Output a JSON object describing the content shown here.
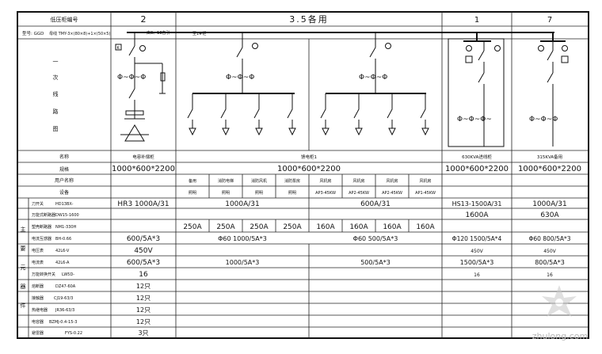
{
  "header": {
    "title_label": "低压柜编号",
    "model_label": "型号:",
    "model_value": "GGD",
    "cabinet_numbers": [
      "2",
      "3.5各用",
      "1",
      "7"
    ],
    "busbar_label": "母线",
    "busbar_value": "TMY-3×(80×8)+1×(50×5)",
    "feeder_note_1": "由3、18各引",
    "feeder_note_2": "至1#柜"
  },
  "diagram_title": [
    "一",
    "次",
    "线",
    "路",
    "图"
  ],
  "rows": [
    {
      "label": "名称",
      "values": [
        "电容补偿柜",
        "馈电柜1",
        "630KVA进线柜",
        "315KVA备用"
      ]
    },
    {
      "label": "规格",
      "values": [
        "1000*600*2200",
        "1000*600*2200",
        "1000*600*2200",
        "1000*600*2200"
      ]
    },
    {
      "label": "用户名称",
      "loads": [
        "备用",
        "消防电梯",
        "消防风机",
        "消防泵房",
        "风机房",
        "风机房",
        "风机房",
        "风机房"
      ]
    },
    {
      "label": "设备",
      "loads": [
        "照明",
        "照明",
        "照明",
        "照明",
        "AP3-45KW",
        "AP2-45KW",
        "AP2-45KW",
        "AP1-45KW"
      ]
    }
  ],
  "component_group_label": [
    "主",
    "要",
    "元",
    "器",
    "件"
  ],
  "components": [
    {
      "name": "刀开关",
      "model": "HD13BX-",
      "values": [
        "HR3 1000A/31",
        "1000A/31",
        "600A/31",
        "HS13-1500A/31",
        "1000A/31"
      ]
    },
    {
      "name": "万能式断路器",
      "model": "DW15-1600",
      "values": [
        "",
        "",
        "",
        "1600A",
        "630A"
      ]
    },
    {
      "name": "塑壳断路器",
      "model": "NM1-330H",
      "values": [
        "250A",
        "250A",
        "250A",
        "250A",
        "160A",
        "160A",
        "160A",
        "160A"
      ]
    },
    {
      "name": "电流互感器",
      "model": "BH-0.66",
      "values": [
        "600/5A*3",
        "Φ60 1000/5A*3",
        "Φ60 500/5A*3",
        "Φ120 1500/5A*4",
        "Φ60 800/5A*3"
      ]
    },
    {
      "name": "电压表",
      "model": "42L6-V",
      "values": [
        "450V",
        "",
        "",
        "450V",
        "450V"
      ]
    },
    {
      "name": "电流表",
      "model": "42L6-A",
      "values": [
        "600/5A*3",
        "1000/5A*3",
        "500/5A*3",
        "1500/5A*3",
        "800/5A*3"
      ]
    },
    {
      "name": "万能转换开关",
      "model": "LW5D-",
      "values": [
        "16",
        "",
        "",
        "16",
        "16"
      ]
    },
    {
      "name": "熔断器",
      "model": "DZ47-60A",
      "values": [
        "12只",
        "",
        "",
        "",
        ""
      ]
    },
    {
      "name": "接触器",
      "model": "CJ19-63/3",
      "values": [
        "12只",
        "",
        "",
        "",
        ""
      ]
    },
    {
      "name": "热继电器",
      "model": "JR36-63/3",
      "values": [
        "12只",
        "",
        "",
        "",
        ""
      ]
    },
    {
      "name": "电容器",
      "model": "BZMJ-0.4-15-3",
      "values": [
        "12只",
        "",
        "",
        "",
        ""
      ]
    },
    {
      "name": "避雷器",
      "model": "FYS-0.22",
      "values": [
        "3只",
        "",
        "",
        "",
        ""
      ]
    }
  ],
  "watermark": "zhulong.com"
}
